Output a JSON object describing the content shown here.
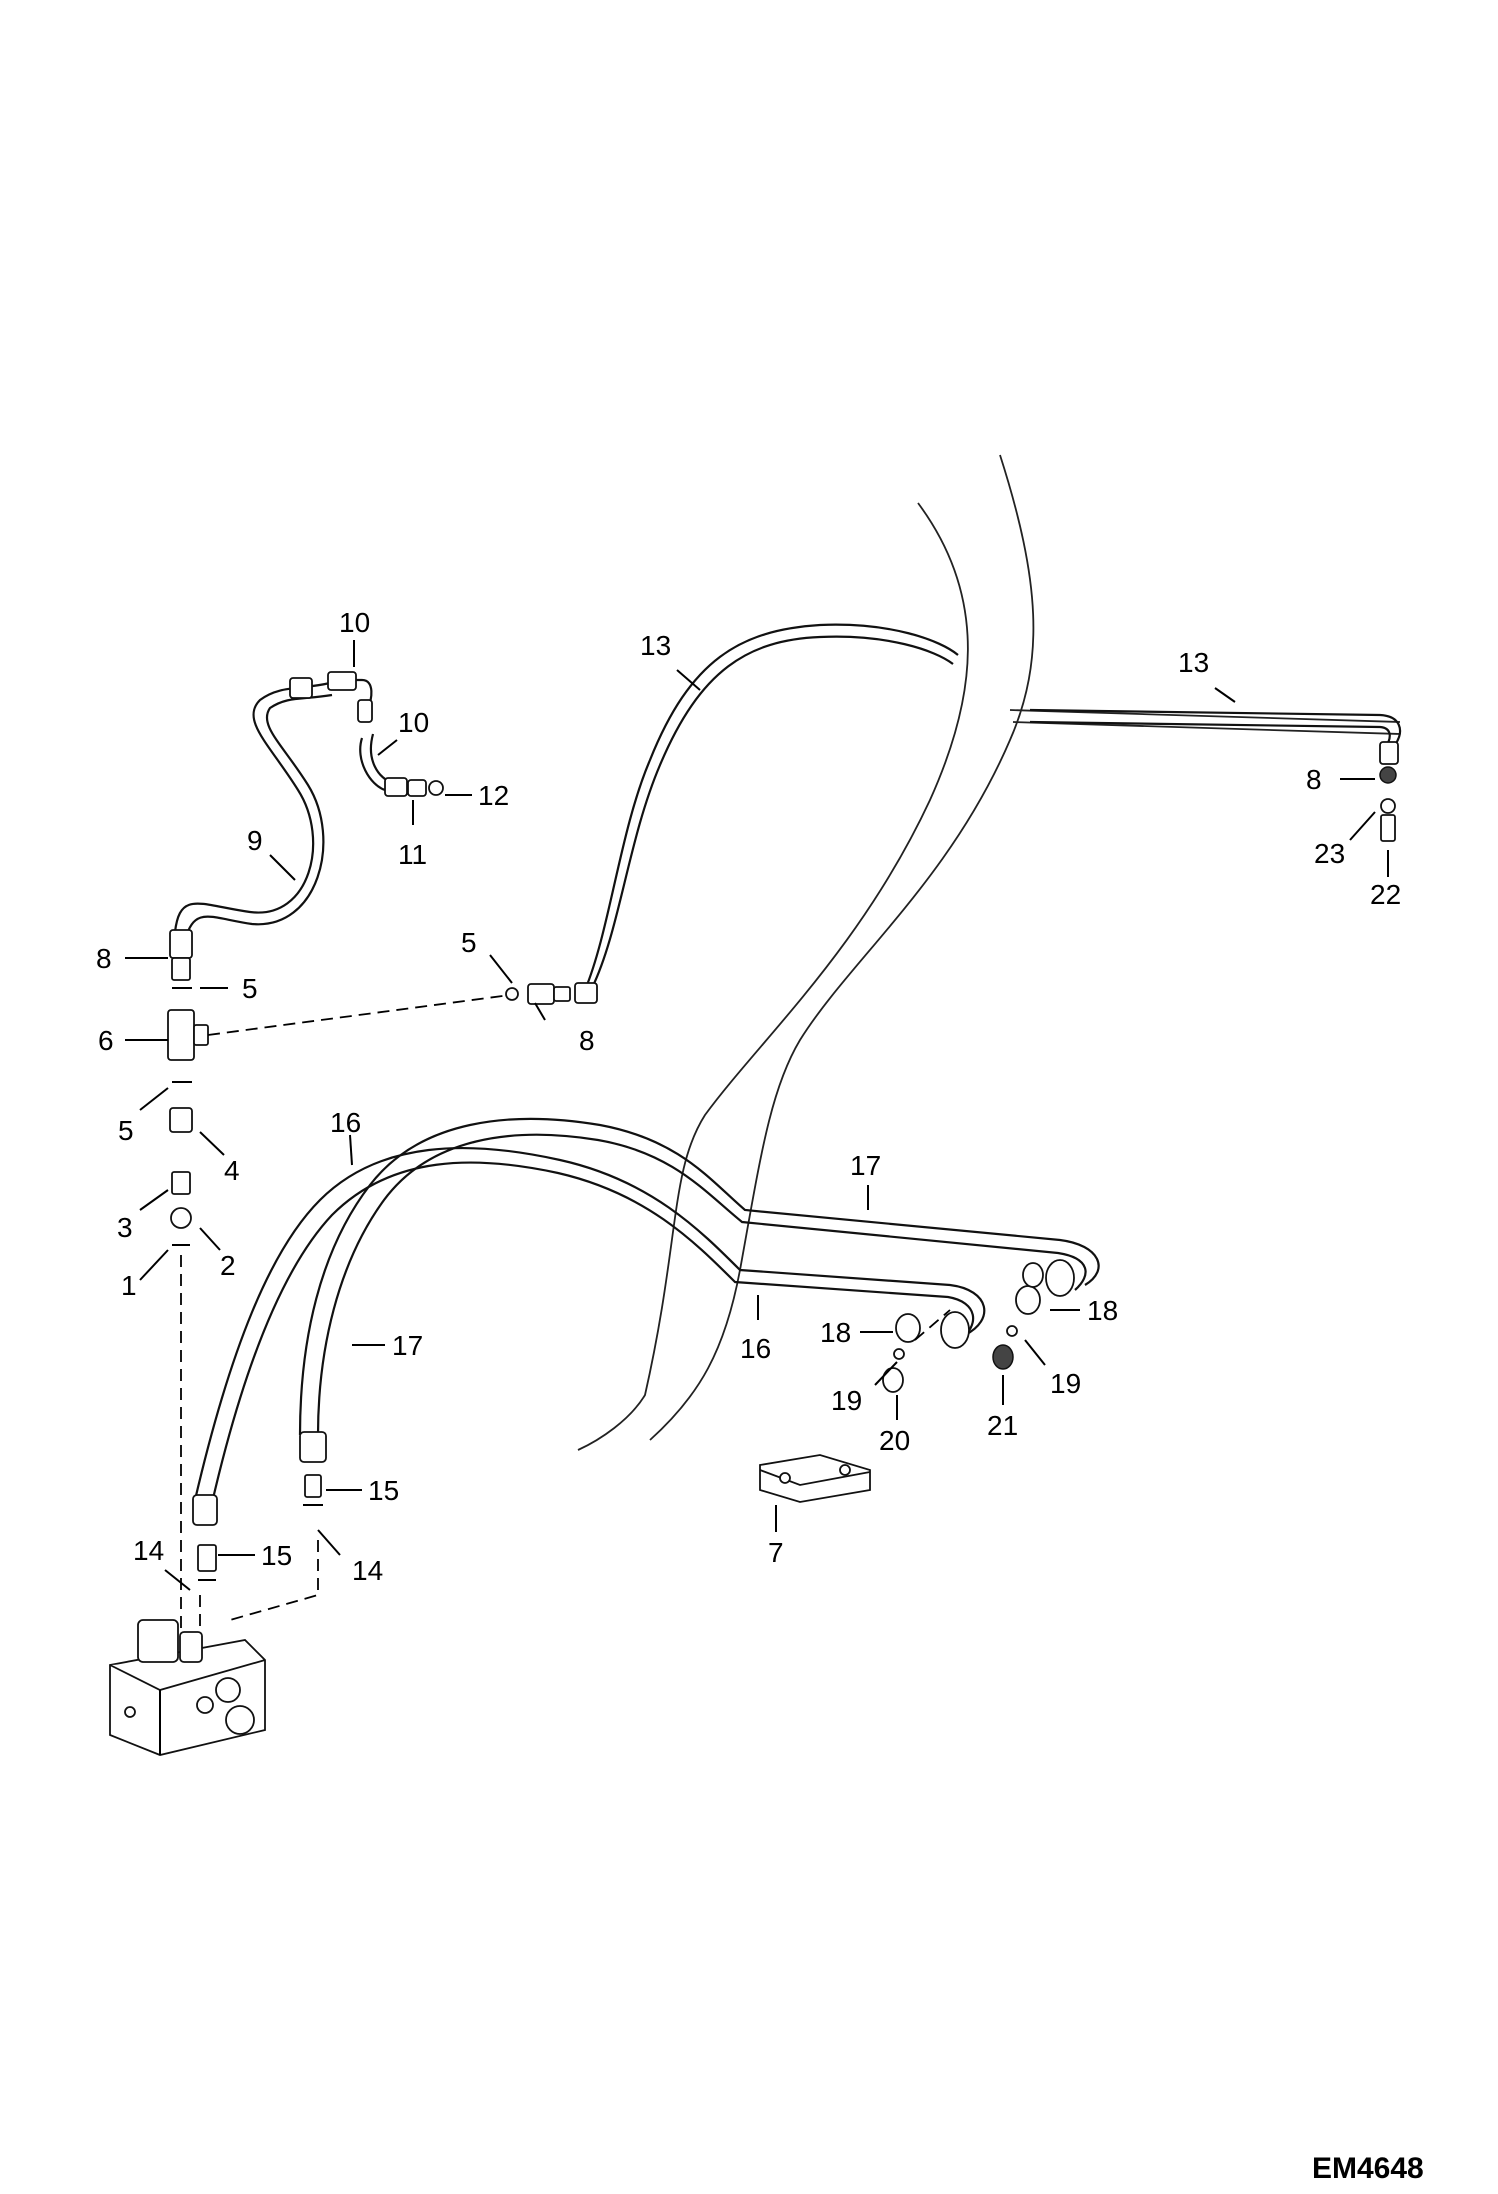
{
  "diagram": {
    "document_id": "EM4648",
    "callouts": [
      {
        "id": "c10a",
        "text": "10"
      },
      {
        "id": "c10b",
        "text": "10"
      },
      {
        "id": "c11",
        "text": "11"
      },
      {
        "id": "c12",
        "text": "12"
      },
      {
        "id": "c9",
        "text": "9"
      },
      {
        "id": "c8a",
        "text": "8"
      },
      {
        "id": "c5a",
        "text": "5"
      },
      {
        "id": "c6",
        "text": "6"
      },
      {
        "id": "c5b",
        "text": "5"
      },
      {
        "id": "c4",
        "text": "4"
      },
      {
        "id": "c3",
        "text": "3"
      },
      {
        "id": "c2",
        "text": "2"
      },
      {
        "id": "c1",
        "text": "1"
      },
      {
        "id": "c5c",
        "text": "5"
      },
      {
        "id": "c8b",
        "text": "8"
      },
      {
        "id": "c13a",
        "text": "13"
      },
      {
        "id": "c13b",
        "text": "13"
      },
      {
        "id": "c8c",
        "text": "8"
      },
      {
        "id": "c23",
        "text": "23"
      },
      {
        "id": "c22",
        "text": "22"
      },
      {
        "id": "c16a",
        "text": "16"
      },
      {
        "id": "c17a",
        "text": "17"
      },
      {
        "id": "c17b",
        "text": "17"
      },
      {
        "id": "c16b",
        "text": "16"
      },
      {
        "id": "c18a",
        "text": "18"
      },
      {
        "id": "c18b",
        "text": "18"
      },
      {
        "id": "c19a",
        "text": "19"
      },
      {
        "id": "c19b",
        "text": "19"
      },
      {
        "id": "c20",
        "text": "20"
      },
      {
        "id": "c21",
        "text": "21"
      },
      {
        "id": "c7",
        "text": "7"
      },
      {
        "id": "c15a",
        "text": "15"
      },
      {
        "id": "c15b",
        "text": "15"
      },
      {
        "id": "c14a",
        "text": "14"
      },
      {
        "id": "c14b",
        "text": "14"
      }
    ]
  }
}
